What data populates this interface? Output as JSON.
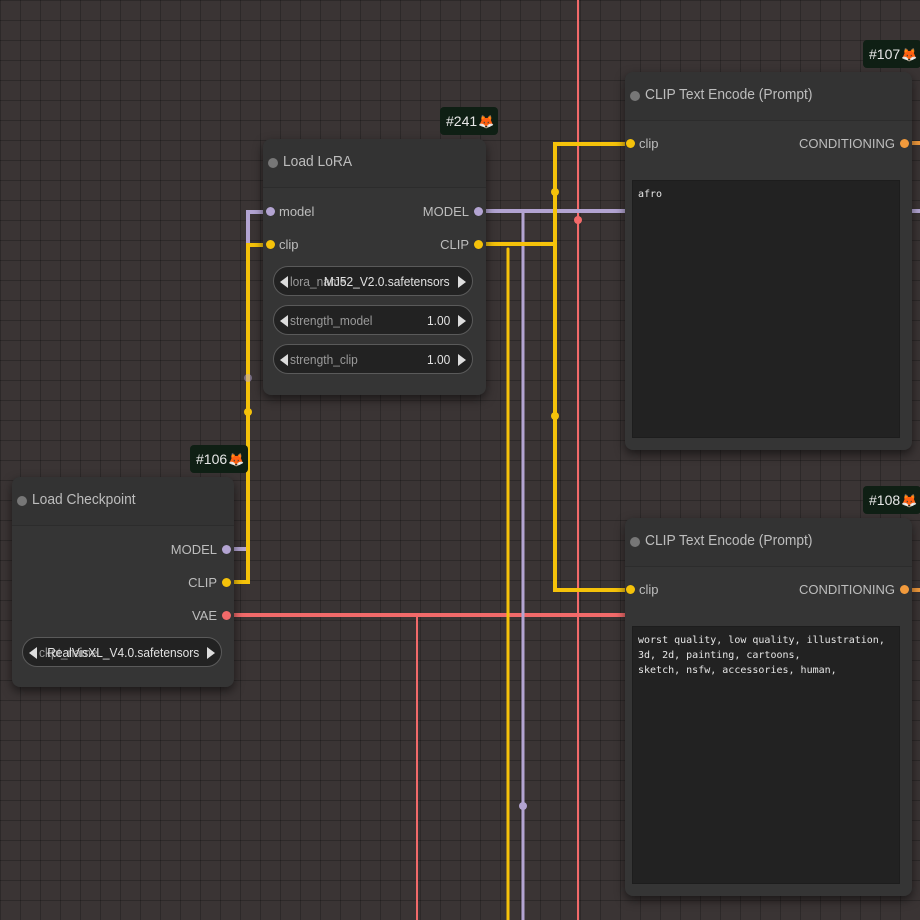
{
  "nodes": {
    "load_lora": {
      "id_badge": "#241",
      "title": "Load LoRA",
      "inputs": [
        "model",
        "clip"
      ],
      "outputs": [
        "MODEL",
        "CLIP"
      ],
      "widgets": [
        {
          "label": "lora_name",
          "value": "MJ52_V2.0.safetensors"
        },
        {
          "label": "strength_model",
          "value": "1.00"
        },
        {
          "label": "strength_clip",
          "value": "1.00"
        }
      ]
    },
    "load_checkpoint": {
      "id_badge": "#106",
      "title": "Load Checkpoint",
      "outputs": [
        "MODEL",
        "CLIP",
        "VAE"
      ],
      "widgets": [
        {
          "label": "ckpt_name",
          "value": "RealVisXL_V4.0.safetensors"
        }
      ]
    },
    "clip_text_encode_positive": {
      "id_badge": "#107",
      "title": "CLIP Text Encode (Prompt)",
      "input": "clip",
      "output": "CONDITIONING",
      "text": "afro"
    },
    "clip_text_encode_negative": {
      "id_badge": "#108",
      "title": "CLIP Text Encode (Prompt)",
      "input": "clip",
      "output": "CONDITIONING",
      "text": "worst quality, low quality, illustration, 3d, 2d, painting, cartoons,\nsketch, nsfw, accessories, human,"
    }
  },
  "badge_icon": "fox-icon",
  "colors": {
    "background": "#3a3434",
    "model_wire": "#b3a4d2",
    "clip_wire": "#f5c20a",
    "vae_wire": "#f26a6a",
    "conditioning_wire": "#f29a3c"
  }
}
